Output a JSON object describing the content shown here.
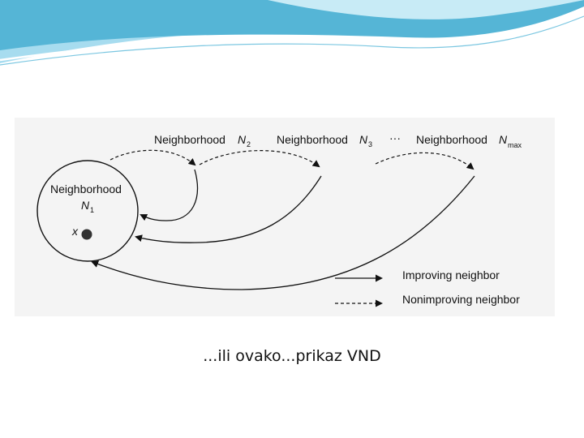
{
  "theme": {
    "wave_dark": "#4fb0d0",
    "wave_light": "#a7dcef",
    "figure_bg": "#f4f4f4",
    "ink": "#111111"
  },
  "diagram": {
    "n1_label": "Neighborhood",
    "n1_symbol": "N",
    "n1_sub": "1",
    "point_label": "x",
    "n2_label": "Neighborhood",
    "n2_symbol": "N",
    "n2_sub": "2",
    "n3_label": "Neighborhood",
    "n3_symbol": "N",
    "n3_sub": "3",
    "ellipsis": "···",
    "nmax_label": "Neighborhood",
    "nmax_symbol": "N",
    "nmax_sub": "max"
  },
  "legend": {
    "improving": "Improving neighbor",
    "nonimproving": "Nonimproving neighbor"
  },
  "caption": "...ili ovako...prikaz VND"
}
